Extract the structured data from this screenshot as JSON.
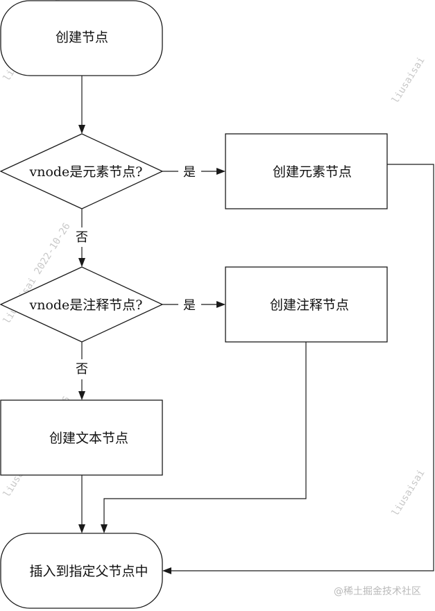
{
  "nodes": {
    "start": "创建节点",
    "is_element": "vnode是元素节点?",
    "create_element": "创建元素节点",
    "is_comment": "vnode是注释节点?",
    "create_comment": "创建注释节点",
    "create_text": "创建文本节点",
    "insert": "插入到指定父节点中"
  },
  "edges": {
    "yes_1": "是",
    "no_1": "否",
    "yes_2": "是",
    "no_2": "否"
  },
  "watermarks": {
    "stamp_1": "liusaisai 2022-10-26",
    "stamp_2": "liusaisai",
    "stamp_3": "liusaisai 2022-10-26",
    "stamp_4": "liusaisai 2022-10-26",
    "stamp_5": "liusaisai",
    "brand": "@稀土掘金技术社区"
  }
}
